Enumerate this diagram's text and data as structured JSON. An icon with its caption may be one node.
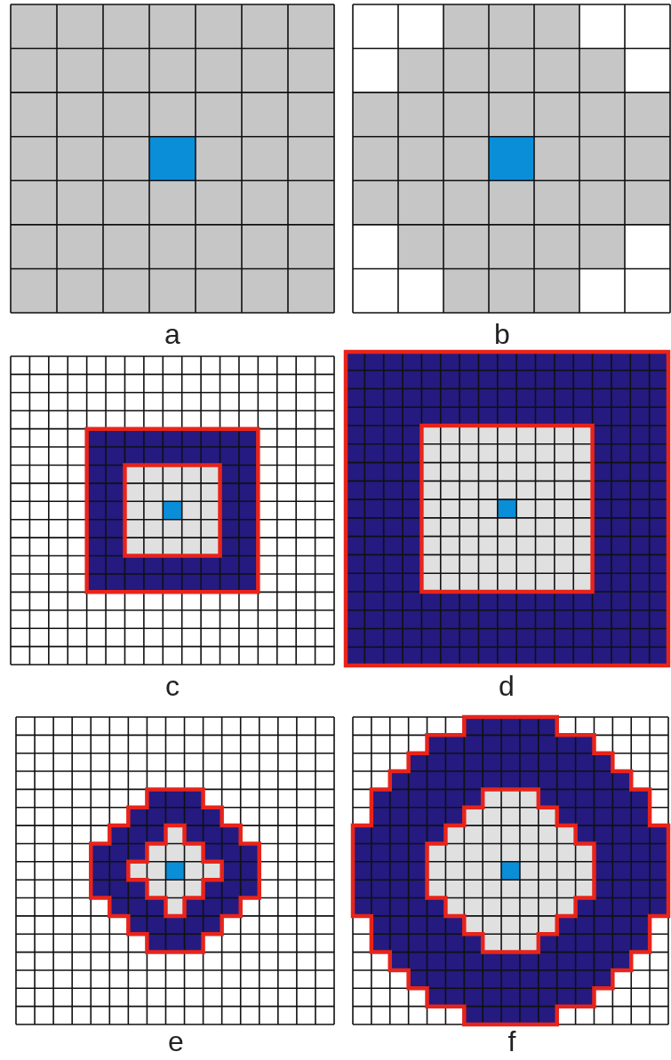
{
  "diagram": {
    "labels": [
      "a",
      "b",
      "c",
      "d",
      "e",
      "f"
    ]
  }
}
